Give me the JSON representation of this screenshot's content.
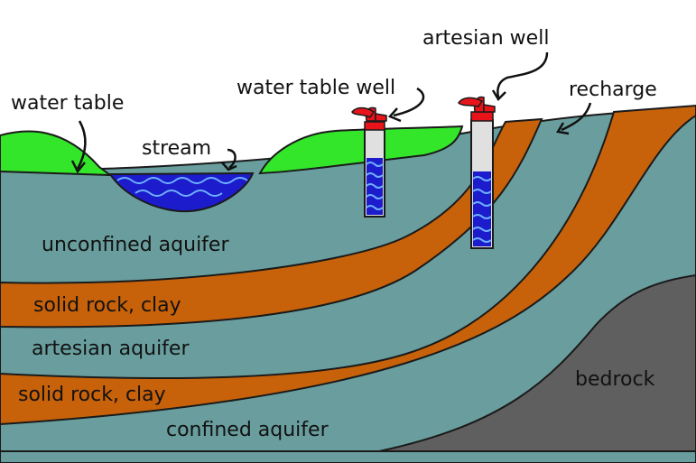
{
  "labels": {
    "water_table": "water table",
    "stream": "stream",
    "water_table_well": "water table well",
    "artesian_well": "artesian well",
    "recharge": "recharge",
    "unconfined_aquifer": "unconfined aquifer",
    "solid_rock_clay_upper": "solid rock, clay",
    "artesian_aquifer": "artesian aquifer",
    "solid_rock_clay_lower": "solid rock, clay",
    "confined_aquifer": "confined aquifer",
    "bedrock": "bedrock"
  },
  "colors": {
    "aquifer": "#6a9e9e",
    "clay": "#c8620a",
    "bedrock": "#5f5f5f",
    "grass": "#33e62a",
    "water": "#1c1ccc",
    "pump": "#e8141a",
    "casing": "#e0e0e0",
    "outline": "#1a1a1a"
  }
}
